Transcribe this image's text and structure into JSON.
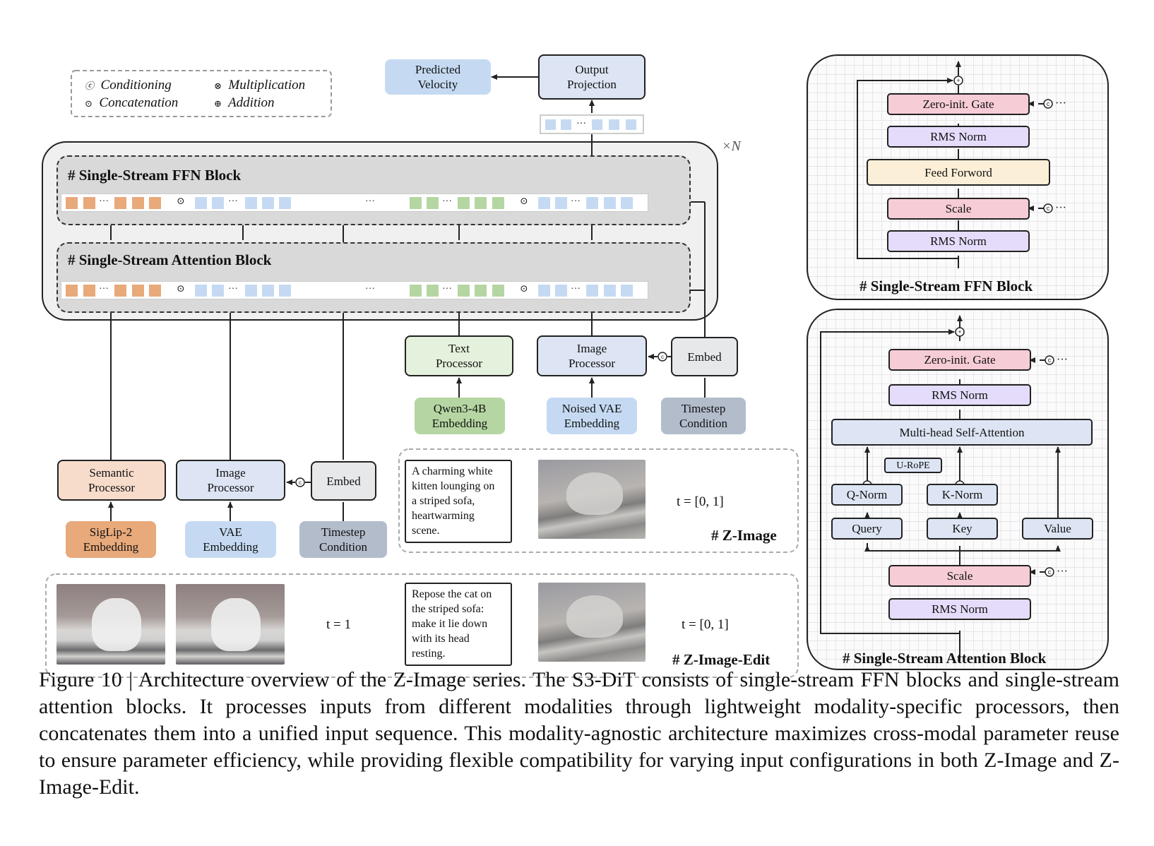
{
  "legend": {
    "conditioning": "Conditioning",
    "concatenation": "Concatenation",
    "multiplication": "Multiplication",
    "addition": "Addition"
  },
  "top": {
    "predicted_velocity": "Predicted\nVelocity",
    "output_projection": "Output\nProjection",
    "repeat": "×N"
  },
  "blocks": {
    "ffn_title": "# Single-Stream FFN Block",
    "attn_title": "# Single-Stream Attention Block"
  },
  "inputs": {
    "semantic_processor": "Semantic\nProcessor",
    "image_processor_left": "Image\nProcessor",
    "embed_left": "Embed",
    "siglip": "SigLip-2\nEmbedding",
    "vae": "VAE\nEmbedding",
    "timestep_left": "Timestep\nCondition",
    "text_processor": "Text\nProcessor",
    "image_processor_right": "Image\nProcessor",
    "embed_right": "Embed",
    "qwen": "Qwen3-4B\nEmbedding",
    "noised_vae": "Noised VAE\nEmbedding",
    "timestep_right": "Timestep\nCondition"
  },
  "zimage": {
    "prompt": "A charming white\nkitten lounging on\na striped sofa,\nheartwarming\nscene.",
    "t": "t = [0, 1]",
    "label": "# Z-Image"
  },
  "zimage_edit": {
    "prompt": "Repose the cat on\nthe striped sofa:\nmake it lie down\nwith its head\nresting.",
    "t_ref": "t = 1",
    "t": "t = [0, 1]",
    "label": "# Z-Image-Edit"
  },
  "ffn_detail": {
    "title": "# Single-Stream FFN Block",
    "gate": "Zero-init. Gate",
    "norm1": "RMS Norm",
    "ffw": "Feed Forword",
    "scale": "Scale",
    "norm2": "RMS Norm"
  },
  "attn_detail": {
    "title": "# Single-Stream Attention Block",
    "gate": "Zero-init. Gate",
    "norm1": "RMS Norm",
    "mhsa": "Multi-head Self-Attention",
    "rope": "U-RoPE",
    "qnorm": "Q-Norm",
    "knorm": "K-Norm",
    "query": "Query",
    "key": "Key",
    "value": "Value",
    "scale": "Scale",
    "norm2": "RMS Norm"
  },
  "caption": "Figure 10 | Architecture overview of the Z-Image series. The S3-DiT consists of single-stream FFN blocks and single-stream attention blocks. It processes inputs from different modalities through lightweight modality-specific processors, then concatenates them into a unified input sequence. This modality-agnostic architecture maximizes cross-modal parameter reuse to ensure parameter efficiency, while providing flexible compatibility for varying input configurations in both Z-Image and Z-Image-Edit.",
  "colors": {
    "text_token": "#b5d6a2",
    "image_token": "#c5daf2",
    "semantic_token": "#e8a97b",
    "gate": "#f6ccd6",
    "norm": "#e5dcfb",
    "ffw": "#fcefd7",
    "attention": "#dde5f4"
  }
}
